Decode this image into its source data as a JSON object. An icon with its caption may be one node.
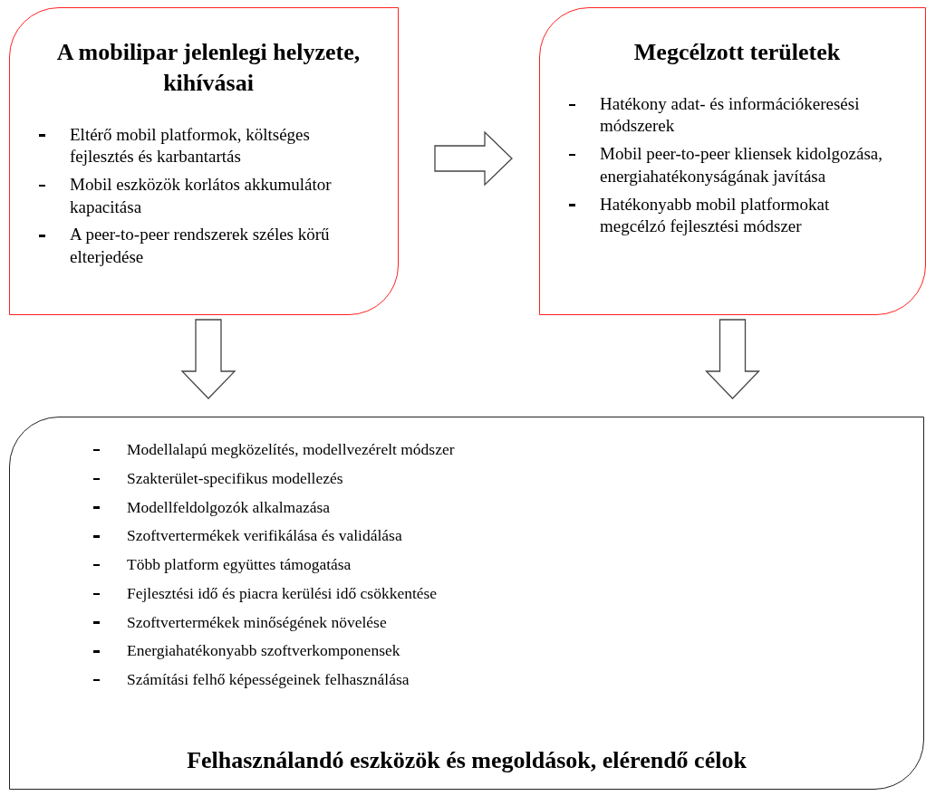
{
  "diagram": {
    "nodes": [
      {
        "text": [
          "A mobilipar jelenlegi helyzete, kihívásai",
          "Eltérő mobil platformok, költséges fejlesztés és karbantartás",
          "Mobil eszközök korlátos akkumulátor kapacitása",
          "A peer-to-peer rendszerek széles körű elterjedése"
        ]
      },
      {
        "text": [
          "Megcélzott területek",
          "Hatékony adat- és információkeresési módszerek",
          "Mobil peer-to-peer kliensek kidolgozása, energiahatékonyságának javítása",
          "Hatékonyabb mobil platformokat megcélzó fejlesztési módszer"
        ]
      },
      {
        "text": [
          "Modellalapú megközelítés, modellvezérelt módszer",
          "Szakterület-specifikus modellezés",
          "Modellfeldolgozók alkalmazása",
          "Szoftvertermékek verifikálása és validálása",
          "Több platform együttes támogatása",
          "Fejlesztési idő és piacra kerülési idő csökkentése",
          "Szoftvertermékek minőségének növelése",
          "Energiahatékonyabb szoftverkomponensek",
          "Számítási felhő képességeinek felhasználása",
          "Felhasználandó eszközök és megoldások, elérendő célok"
        ]
      }
    ],
    "edges": [
      {
        "from": 0,
        "to": 1,
        "arrow": "to"
      },
      {
        "from": 0,
        "to": 2,
        "arrow": "to"
      },
      {
        "from": 1,
        "to": 2,
        "arrow": "to"
      }
    ]
  }
}
